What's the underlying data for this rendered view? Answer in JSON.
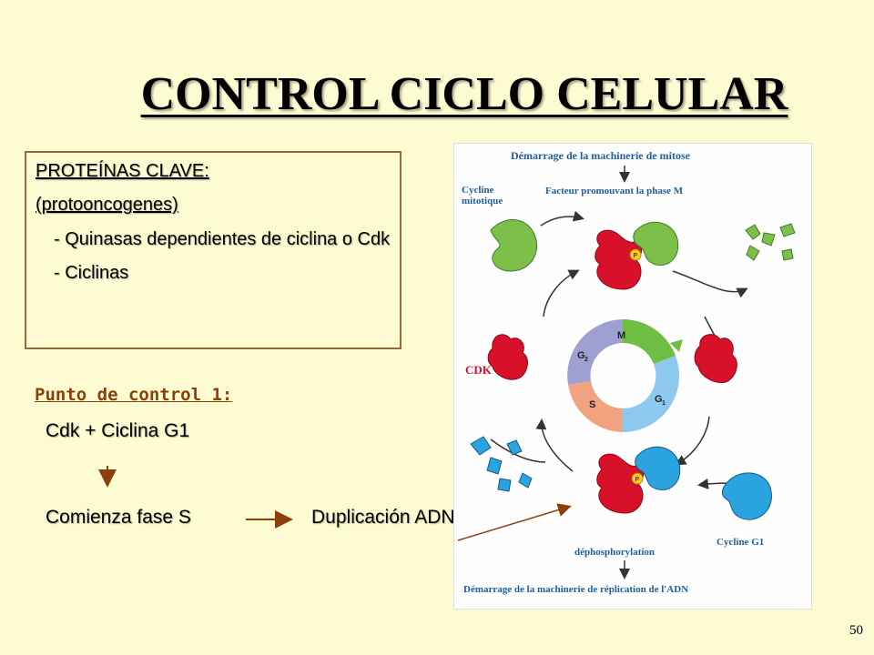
{
  "slide": {
    "title": "CONTROL CICLO CELULAR",
    "page_number": "50"
  },
  "box": {
    "heading": "PROTEÍNAS CLAVE:",
    "subheading": "(protooncogenes)",
    "item1": "- Quinasas dependientes de ciclina o Cdk",
    "item2": "- Ciclinas"
  },
  "checkpoint": {
    "label": "Punto de control 1:",
    "line1": "Cdk + Ciclina G1",
    "line2": "Comienza fase S",
    "line3": "Duplicación ADN"
  },
  "figure": {
    "top_label": "Démarrage de la machinerie de mitose",
    "mpf_label": "Facteur promouvant la phase M",
    "cycline_mitotique": "Cycline mitotique",
    "cdk_label": "CDK",
    "cycline_g1": "Cycline G1",
    "dephos": "déphosphorylation",
    "bottom_label": "Démarrage de la machinerie de réplication de l'ADN",
    "phases": {
      "m": "M",
      "g1": "G",
      "g1_sub": "1",
      "g2": "G",
      "g2_sub": "2",
      "s": "S"
    },
    "phospho": "P"
  },
  "colors": {
    "background": "#fdfbd2",
    "accent_brown": "#8b3f0b",
    "cdk_red": "#d8102a",
    "cycline_green": "#7cc04a",
    "cycline_blue": "#2aa3df",
    "figure_label_blue": "#1f5fa0"
  }
}
